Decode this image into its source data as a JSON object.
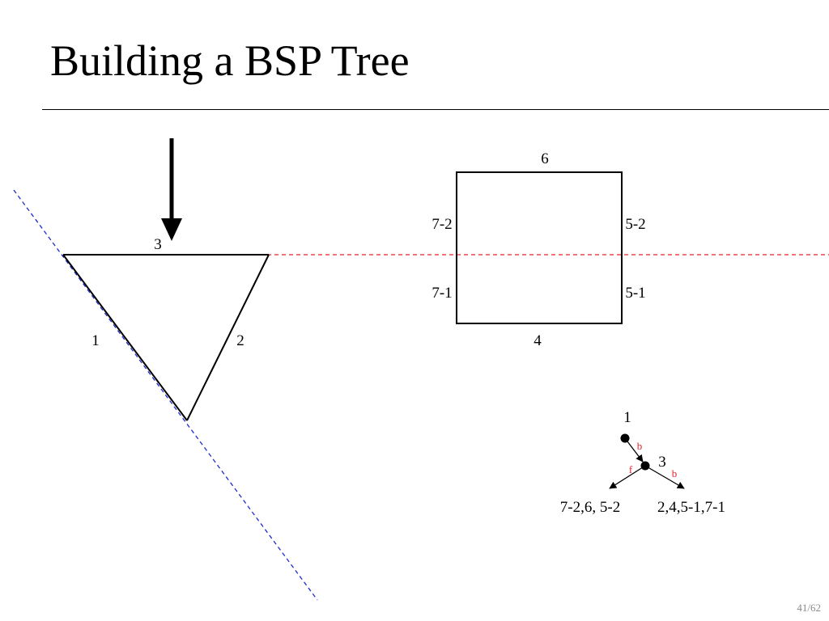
{
  "slide": {
    "title": "Building a BSP Tree",
    "page_number": "41/62"
  },
  "colors": {
    "split_line_current": "#e8202a",
    "split_line_previous": "#1f2ad0",
    "edge_label_branch": "#e8202a",
    "outline": "#000000"
  },
  "triangle": {
    "edges": [
      {
        "id": "1",
        "label": "1"
      },
      {
        "id": "2",
        "label": "2"
      },
      {
        "id": "3",
        "label": "3"
      }
    ],
    "selected_edge": "3",
    "selection_marker_icon": "down-arrow-icon"
  },
  "square": {
    "edges": [
      {
        "id": "6",
        "label": "6"
      },
      {
        "id": "7-2",
        "label": "7-2"
      },
      {
        "id": "5-2",
        "label": "5-2"
      },
      {
        "id": "7-1",
        "label": "7-1"
      },
      {
        "id": "5-1",
        "label": "5-1"
      },
      {
        "id": "4",
        "label": "4"
      }
    ]
  },
  "bsp_tree": {
    "root": {
      "label": "1"
    },
    "child": {
      "label": "3",
      "edge_from_root": "b"
    },
    "front_leaf": {
      "label": "7-2,6, 5-2",
      "edge_label": "f"
    },
    "back_leaf": {
      "label": "2,4,5-1,7-1",
      "edge_label": "b"
    }
  }
}
